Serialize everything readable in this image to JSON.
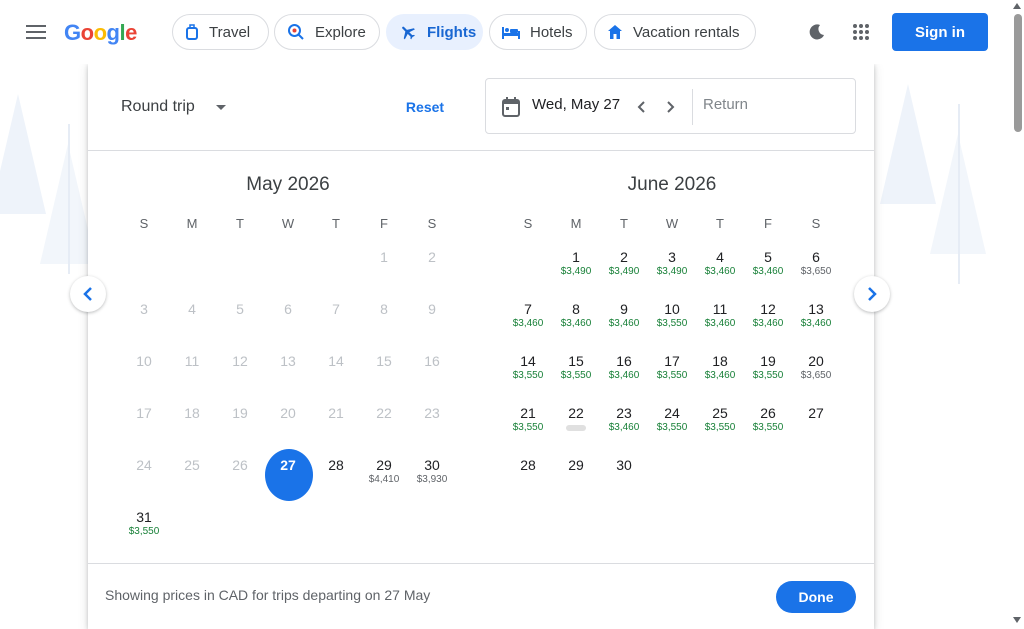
{
  "header": {
    "menu_icon": "menu-icon",
    "logo_text": "Google",
    "nav": [
      {
        "label": "Travel",
        "icon": "travel-icon",
        "active": false
      },
      {
        "label": "Explore",
        "icon": "explore-icon",
        "active": false
      },
      {
        "label": "Flights",
        "icon": "flight-icon",
        "active": true
      },
      {
        "label": "Hotels",
        "icon": "hotel-icon",
        "active": false
      },
      {
        "label": "Vacation rentals",
        "icon": "home-icon",
        "active": false
      }
    ],
    "theme_icon": "dark-mode-icon",
    "apps_icon": "apps-grid-icon",
    "sign_in_label": "Sign in"
  },
  "dialog": {
    "trip_type": "Round trip",
    "reset_label": "Reset",
    "departure_value": "Wed, May 27",
    "return_placeholder": "Return",
    "footer_text": "Showing prices in CAD for trips departing on 27 May",
    "done_label": "Done"
  },
  "colors": {
    "accent": "#1a73e8",
    "price_green": "#188038",
    "active_chip_bg": "#e8f0fe"
  },
  "weekdays": [
    "S",
    "M",
    "T",
    "W",
    "T",
    "F",
    "S"
  ],
  "months": [
    {
      "title": "May 2026",
      "days": [
        {
          "d": "1",
          "col": 5,
          "row": 0,
          "past": true
        },
        {
          "d": "2",
          "col": 6,
          "row": 0,
          "past": true
        },
        {
          "d": "3",
          "col": 0,
          "row": 1,
          "past": true
        },
        {
          "d": "4",
          "col": 1,
          "row": 1,
          "past": true
        },
        {
          "d": "5",
          "col": 2,
          "row": 1,
          "past": true
        },
        {
          "d": "6",
          "col": 3,
          "row": 1,
          "past": true
        },
        {
          "d": "7",
          "col": 4,
          "row": 1,
          "past": true
        },
        {
          "d": "8",
          "col": 5,
          "row": 1,
          "past": true
        },
        {
          "d": "9",
          "col": 6,
          "row": 1,
          "past": true
        },
        {
          "d": "10",
          "col": 0,
          "row": 2,
          "past": true
        },
        {
          "d": "11",
          "col": 1,
          "row": 2,
          "past": true
        },
        {
          "d": "12",
          "col": 2,
          "row": 2,
          "past": true
        },
        {
          "d": "13",
          "col": 3,
          "row": 2,
          "past": true
        },
        {
          "d": "14",
          "col": 4,
          "row": 2,
          "past": true
        },
        {
          "d": "15",
          "col": 5,
          "row": 2,
          "past": true
        },
        {
          "d": "16",
          "col": 6,
          "row": 2,
          "past": true
        },
        {
          "d": "17",
          "col": 0,
          "row": 3,
          "past": true
        },
        {
          "d": "18",
          "col": 1,
          "row": 3,
          "past": true
        },
        {
          "d": "19",
          "col": 2,
          "row": 3,
          "past": true
        },
        {
          "d": "20",
          "col": 3,
          "row": 3,
          "past": true
        },
        {
          "d": "21",
          "col": 4,
          "row": 3,
          "past": true
        },
        {
          "d": "22",
          "col": 5,
          "row": 3,
          "past": true
        },
        {
          "d": "23",
          "col": 6,
          "row": 3,
          "past": true
        },
        {
          "d": "24",
          "col": 0,
          "row": 4,
          "past": true
        },
        {
          "d": "25",
          "col": 1,
          "row": 4,
          "past": true
        },
        {
          "d": "26",
          "col": 2,
          "row": 4,
          "past": true
        },
        {
          "d": "27",
          "col": 3,
          "row": 4,
          "selected": true
        },
        {
          "d": "28",
          "col": 4,
          "row": 4
        },
        {
          "d": "29",
          "col": 5,
          "row": 4,
          "price": "$4,410",
          "gray": true
        },
        {
          "d": "30",
          "col": 6,
          "row": 4,
          "price": "$3,930",
          "gray": true
        },
        {
          "d": "31",
          "col": 0,
          "row": 5,
          "price": "$3,550"
        }
      ]
    },
    {
      "title": "June 2026",
      "days": [
        {
          "d": "1",
          "col": 1,
          "row": 0,
          "price": "$3,490"
        },
        {
          "d": "2",
          "col": 2,
          "row": 0,
          "price": "$3,490"
        },
        {
          "d": "3",
          "col": 3,
          "row": 0,
          "price": "$3,490"
        },
        {
          "d": "4",
          "col": 4,
          "row": 0,
          "price": "$3,460"
        },
        {
          "d": "5",
          "col": 5,
          "row": 0,
          "price": "$3,460"
        },
        {
          "d": "6",
          "col": 6,
          "row": 0,
          "price": "$3,650",
          "gray": true
        },
        {
          "d": "7",
          "col": 0,
          "row": 1,
          "price": "$3,460"
        },
        {
          "d": "8",
          "col": 1,
          "row": 1,
          "price": "$3,460"
        },
        {
          "d": "9",
          "col": 2,
          "row": 1,
          "price": "$3,460"
        },
        {
          "d": "10",
          "col": 3,
          "row": 1,
          "price": "$3,550"
        },
        {
          "d": "11",
          "col": 4,
          "row": 1,
          "price": "$3,460"
        },
        {
          "d": "12",
          "col": 5,
          "row": 1,
          "price": "$3,460"
        },
        {
          "d": "13",
          "col": 6,
          "row": 1,
          "price": "$3,460"
        },
        {
          "d": "14",
          "col": 0,
          "row": 2,
          "price": "$3,550"
        },
        {
          "d": "15",
          "col": 1,
          "row": 2,
          "price": "$3,550"
        },
        {
          "d": "16",
          "col": 2,
          "row": 2,
          "price": "$3,460"
        },
        {
          "d": "17",
          "col": 3,
          "row": 2,
          "price": "$3,550"
        },
        {
          "d": "18",
          "col": 4,
          "row": 2,
          "price": "$3,460"
        },
        {
          "d": "19",
          "col": 5,
          "row": 2,
          "price": "$3,550"
        },
        {
          "d": "20",
          "col": 6,
          "row": 2,
          "price": "$3,650",
          "gray": true
        },
        {
          "d": "21",
          "col": 0,
          "row": 3,
          "price": "$3,550"
        },
        {
          "d": "22",
          "col": 1,
          "row": 3,
          "blur": true
        },
        {
          "d": "23",
          "col": 2,
          "row": 3,
          "price": "$3,460"
        },
        {
          "d": "24",
          "col": 3,
          "row": 3,
          "price": "$3,550"
        },
        {
          "d": "25",
          "col": 4,
          "row": 3,
          "price": "$3,550"
        },
        {
          "d": "26",
          "col": 5,
          "row": 3,
          "price": "$3,550"
        },
        {
          "d": "27",
          "col": 6,
          "row": 3
        },
        {
          "d": "28",
          "col": 0,
          "row": 4
        },
        {
          "d": "29",
          "col": 1,
          "row": 4
        },
        {
          "d": "30",
          "col": 2,
          "row": 4
        }
      ]
    }
  ]
}
